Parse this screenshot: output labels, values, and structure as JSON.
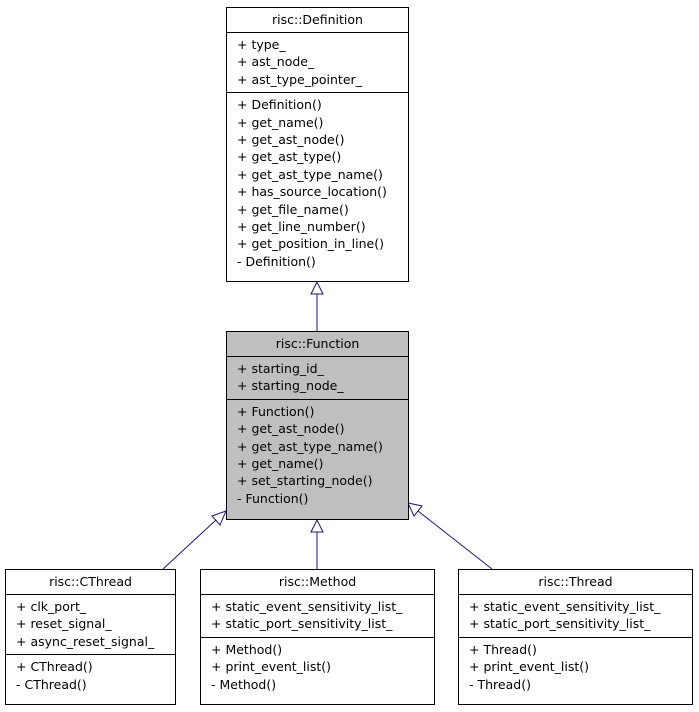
{
  "classes": {
    "definition": {
      "name": "risc::Definition",
      "attributes": [
        "+ type_",
        "+ ast_node_",
        "+ ast_type_pointer_"
      ],
      "methods": [
        "+ Definition()",
        "+ get_name()",
        "+ get_ast_node()",
        "+ get_ast_type()",
        "+ get_ast_type_name()",
        "+ has_source_location()",
        "+ get_file_name()",
        "+ get_line_number()",
        "+ get_position_in_line()",
        "- Definition()"
      ]
    },
    "function": {
      "name": "risc::Function",
      "attributes": [
        "+ starting_id_",
        "+ starting_node_"
      ],
      "methods": [
        "+ Function()",
        "+ get_ast_node()",
        "+ get_ast_type_name()",
        "+ get_name()",
        "+ set_starting_node()",
        "- Function()"
      ]
    },
    "cthread": {
      "name": "risc::CThread",
      "attributes": [
        "+ clk_port_",
        "+ reset_signal_",
        "+ async_reset_signal_"
      ],
      "methods": [
        "+ CThread()",
        "- CThread()"
      ]
    },
    "method": {
      "name": "risc::Method",
      "attributes": [
        "+ static_event_sensitivity_list_",
        "+ static_port_sensitivity_list_"
      ],
      "methods": [
        "+ Method()",
        "+ print_event_list()",
        "- Method()"
      ]
    },
    "thread": {
      "name": "risc::Thread",
      "attributes": [
        "+ static_event_sensitivity_list_",
        "+ static_port_sensitivity_list_"
      ],
      "methods": [
        "+ Thread()",
        "+ print_event_list()",
        "- Thread()"
      ]
    }
  },
  "colors": {
    "edge": "#191970",
    "focus_fill": "#bfbfbf"
  }
}
